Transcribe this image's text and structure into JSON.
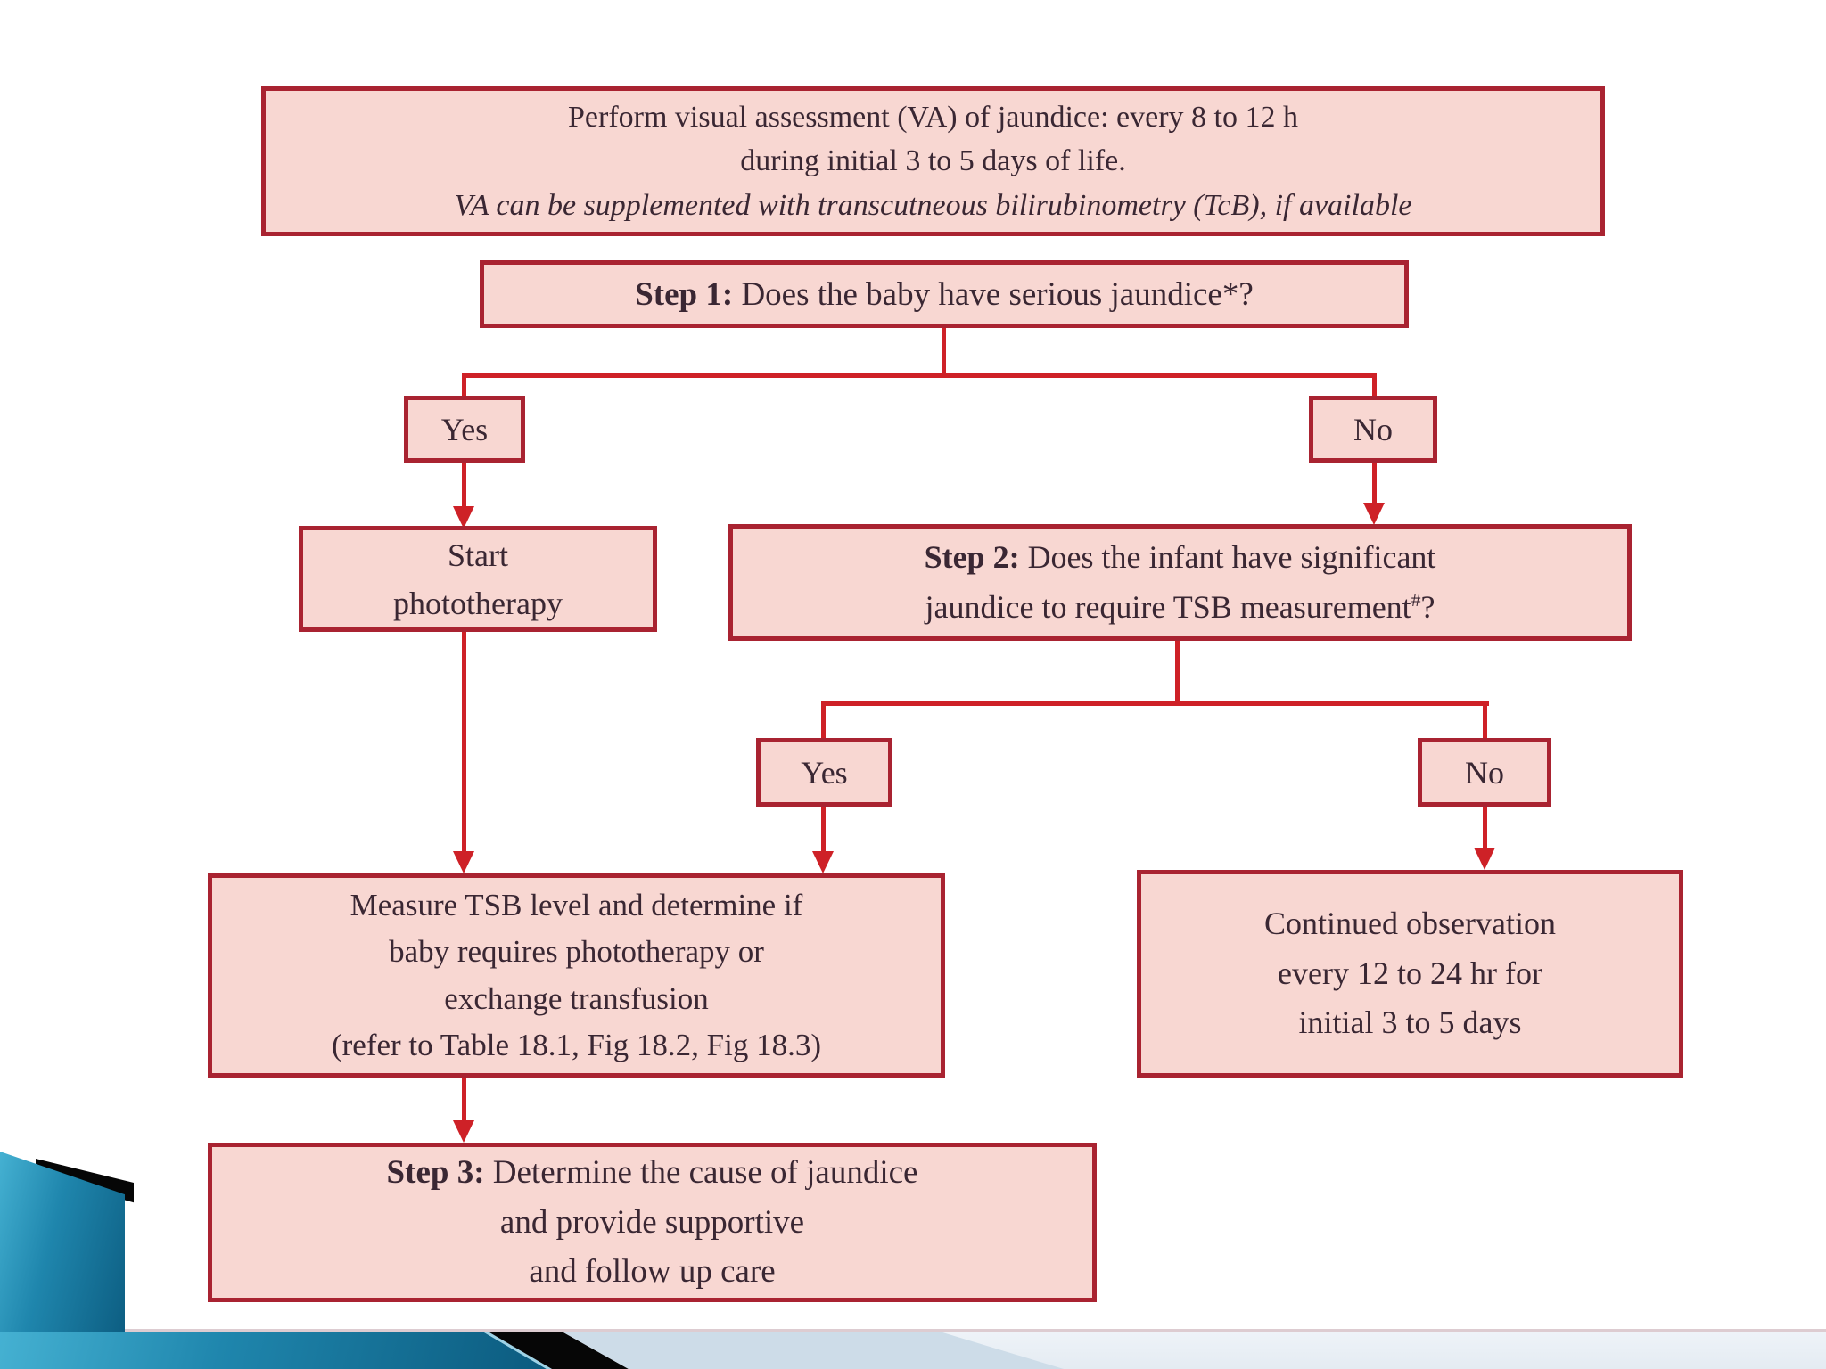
{
  "slide": {
    "assessment": {
      "line1": "Perform visual assessment (VA) of jaundice: every 8 to 12 h",
      "line2": "during initial 3 to 5 days of life.",
      "note": "VA can be supplemented with transcutneous bilirubinometry (TcB), if available"
    },
    "step1": {
      "label": "Step 1:",
      "question": " Does the baby have serious jaundice*?"
    },
    "branch1": {
      "yes": "Yes",
      "no": "No"
    },
    "phototherapy": {
      "line1": "Start",
      "line2": "phototherapy"
    },
    "step2": {
      "label": "Step 2:",
      "line1": " Does the infant have significant",
      "line2": "jaundice to require TSB measurement",
      "sup": "#",
      "after_sup": "?"
    },
    "branch2": {
      "yes": "Yes",
      "no": "No"
    },
    "measure": {
      "line1": "Measure TSB level and determine if",
      "line2": "baby requires phototherapy or",
      "line3": "exchange transfusion",
      "line4": "(refer to Table 18.1, Fig 18.2, Fig 18.3)"
    },
    "continued": {
      "line1": "Continued observation",
      "line2": "every 12 to 24 hr for",
      "line3": "initial 3 to 5 days"
    },
    "step3": {
      "label": "Step 3:",
      "line1": " Determine the cause of jaundice",
      "line2": "and provide supportive",
      "line3": "and follow up care"
    }
  },
  "colors": {
    "box_fill": "#f8d7d2",
    "box_border": "#a92331",
    "arrow": "#ce2127",
    "text": "#3a2733",
    "teal_wedge": "#15789e",
    "black_wedge": "#060606",
    "gray_wedge": "#cddce8"
  }
}
